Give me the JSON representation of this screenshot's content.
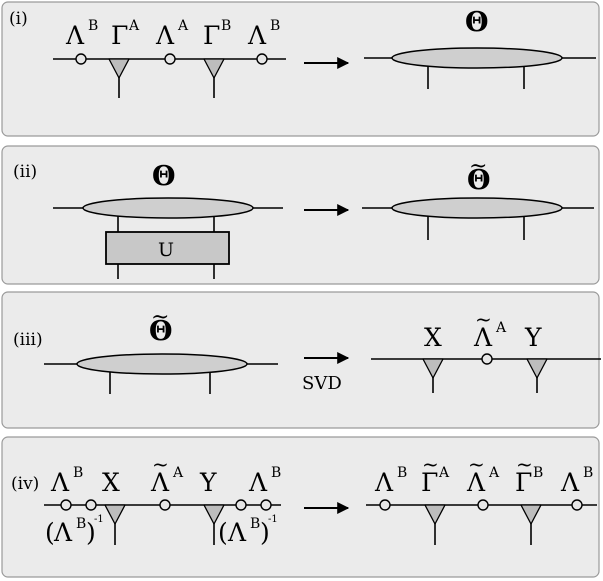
{
  "panels": [
    {
      "id": "i",
      "label": "(i)"
    },
    {
      "id": "ii",
      "label": "(ii)"
    },
    {
      "id": "iii",
      "label": "(iii)"
    },
    {
      "id": "iv",
      "label": "(iv)"
    }
  ],
  "symbols": {
    "lambda": "Λ",
    "gamma": "Γ",
    "theta": "Θ",
    "tilde": "~",
    "X": "X",
    "Y": "Y",
    "sup_A": "A",
    "sup_B": "B",
    "inverse": "-1",
    "paren_open": "(",
    "paren_close": ")"
  },
  "gate_label": "U",
  "svd_label": "SVD"
}
